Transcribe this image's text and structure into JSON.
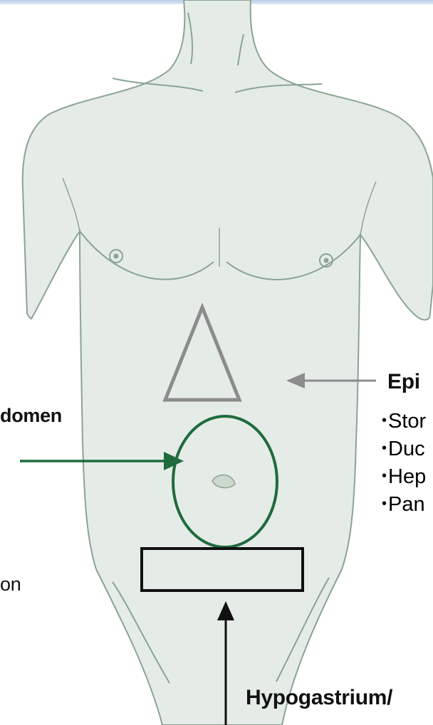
{
  "labels": {
    "epigastric": "Epi",
    "umbilical": "domen",
    "left_fragment": "on",
    "hypogastric": "Hypogastrium/"
  },
  "organs": [
    "Stor",
    "Duc",
    "Hep",
    "Pan"
  ],
  "colors": {
    "skin": "#e5ece7",
    "outline": "#8aa493",
    "umbilical_marker": "#1f6b3c",
    "epigastric_marker": "#8c8c8c",
    "hypogastric_marker": "#111111"
  }
}
